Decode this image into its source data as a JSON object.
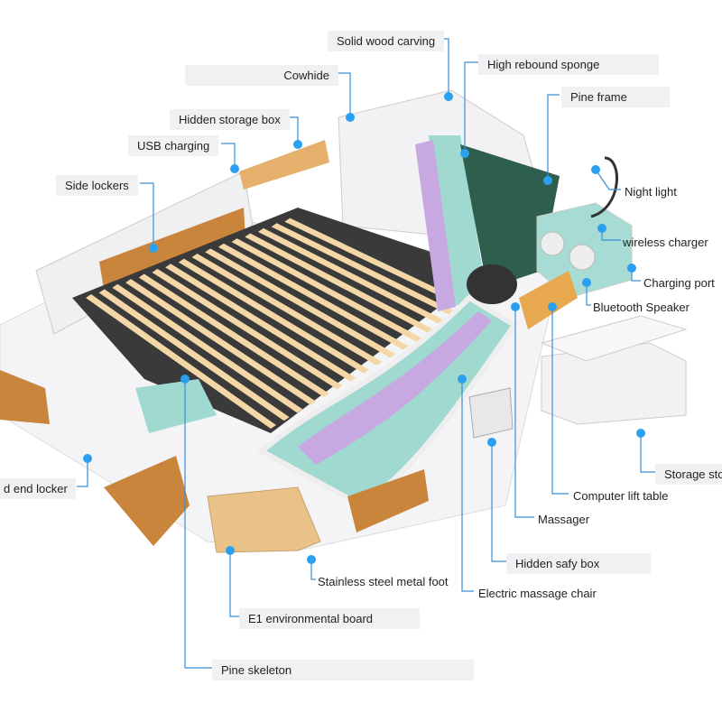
{
  "labels": {
    "solid_wood_carving": "Solid wood carving",
    "high_rebound_sponge": "High rebound sponge",
    "cowhide": "Cowhide",
    "pine_frame": "Pine frame",
    "hidden_storage_box": "Hidden storage box",
    "usb_charging": "USB charging",
    "side_lockers": "Side lockers",
    "night_light": "Night light",
    "wireless_charger": "wireless charger",
    "charging_port": "Charging port",
    "bluetooth_speaker": "Bluetooth Speaker",
    "storage_stool": "Storage sto",
    "computer_lift_table": "Computer lift table",
    "massager": "Massager",
    "hidden_safy_box": "Hidden safy box",
    "electric_massage_chair": "Electric massage chair",
    "stainless_steel_foot": "Stainless steel metal foot",
    "e1_board": "E1 environmental board",
    "pine_skeleton": "Pine skeleton",
    "end_locker": "d end locker"
  },
  "colors": {
    "accent": "#2b9ff0",
    "wood": "#e8b977",
    "mint": "#9fd9cf",
    "lilac": "#c8a8e0",
    "slat": "#f3d7a6"
  }
}
